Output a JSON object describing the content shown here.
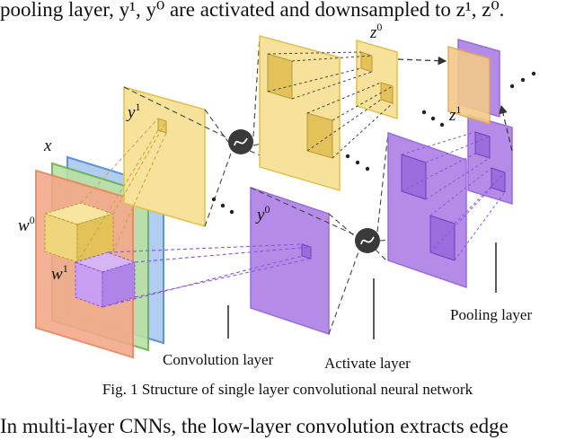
{
  "text": {
    "top_line": "pooling layer, y¹, y⁰ are activated and downsampled to z¹, z⁰.",
    "caption": "Fig. 1 Structure of single layer convolutional neural network",
    "bottom_line": "In multi-layer CNNs, the low-layer convolution extracts edge"
  },
  "labels": {
    "x": "x",
    "w0": "w",
    "w0_sup": "0",
    "w1": "w",
    "w1_sup": "1",
    "y1": "y",
    "y1_sup": "1",
    "y0": "y",
    "y0_sup": "0",
    "z0": "z",
    "z0_sup": "0",
    "z1": "z",
    "z1_sup": "1",
    "convolution_layer": "Convolution layer",
    "activate_layer": "Activate layer",
    "pooling_layer": "Pooling layer",
    "activation_symbol": "~"
  },
  "colors": {
    "input_red": "#f4a98a",
    "input_green": "#b8e0a4",
    "input_blue": "#a9c8ee",
    "yellow": "#f6e29a",
    "yellow_dark": "#d9b640",
    "purple": "#b48ce8",
    "purple_dark": "#8a55d6",
    "node": "#3a3a3a"
  }
}
